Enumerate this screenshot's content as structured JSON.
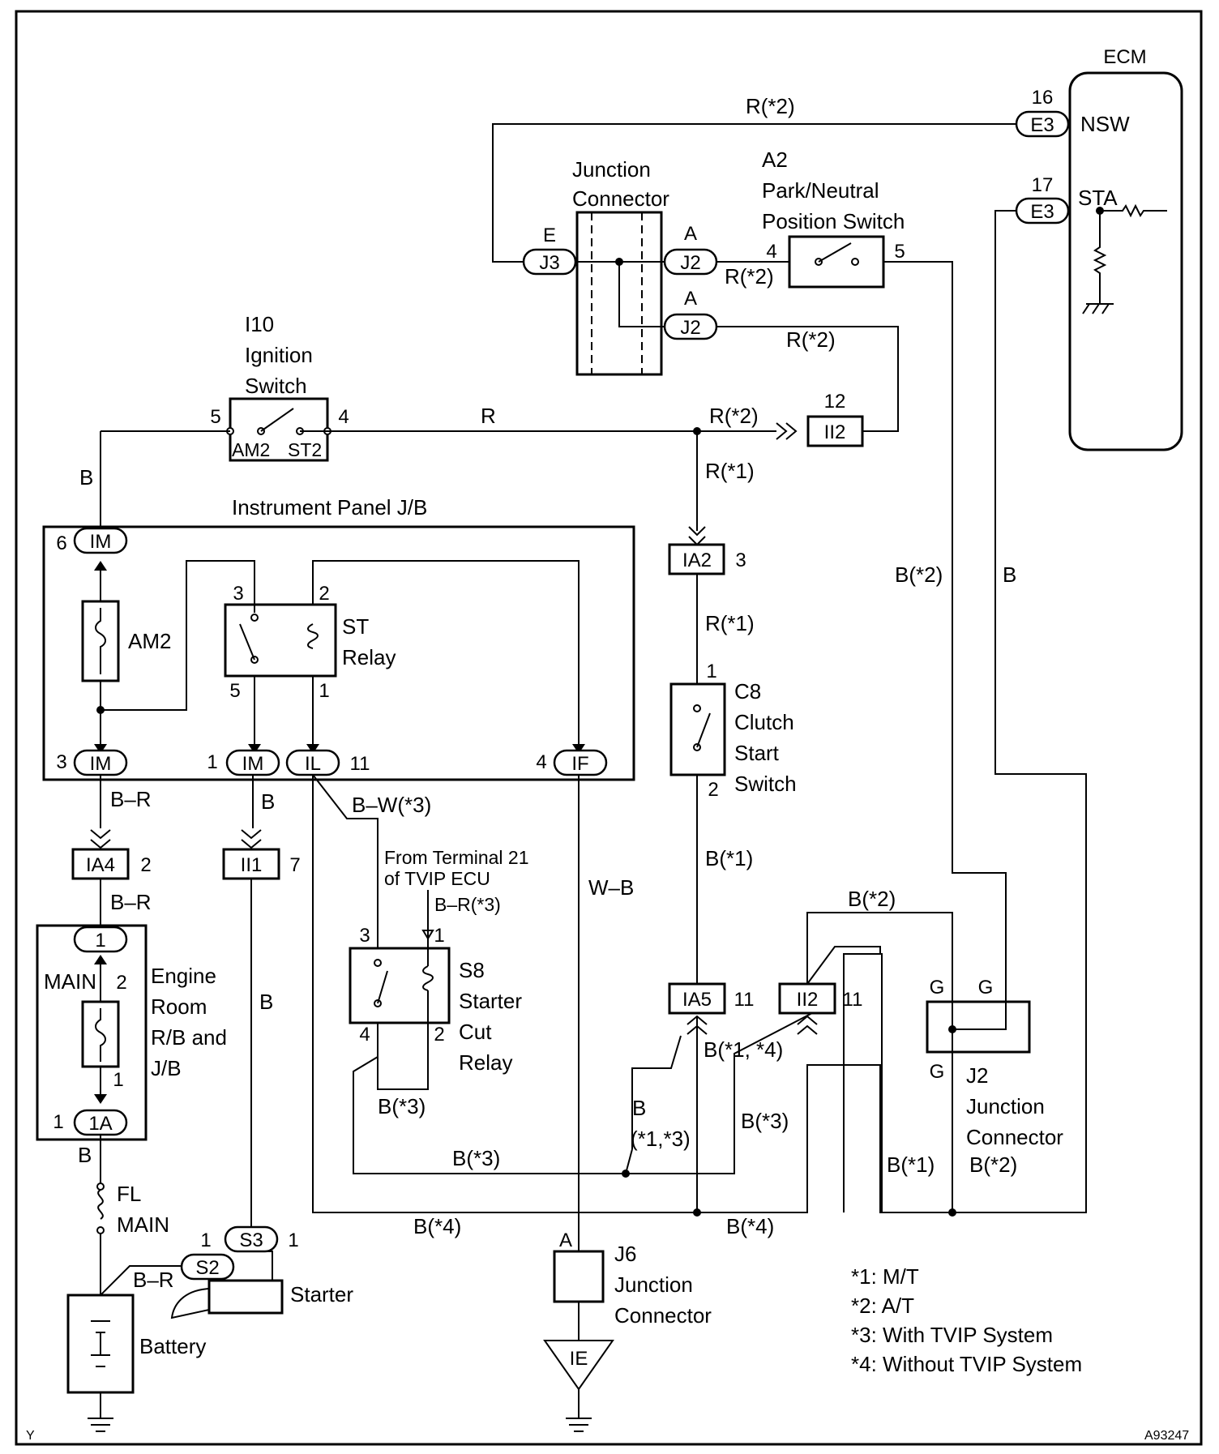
{
  "corner": {
    "left": "Y",
    "right": "A93247"
  },
  "ecm": {
    "title": "ECM",
    "nsw_label": "NSW",
    "sta_label": "STA",
    "nsw_pin": "16",
    "sta_pin": "17",
    "nsw_conn": "E3",
    "sta_conn": "E3"
  },
  "junction_top": {
    "line1": "Junction",
    "line2": "Connector",
    "left_pin": "E",
    "left_conn": "J3",
    "right_pin1": "A",
    "right_conn1": "J2",
    "right_pin2": "A",
    "right_conn2": "J2"
  },
  "pn_switch": {
    "line1": "A2",
    "line2": "Park/Neutral",
    "line3": "Position Switch",
    "pin_left": "4",
    "pin_right": "5"
  },
  "ignition": {
    "line1": "I10",
    "line2": "Ignition",
    "line3": "Switch",
    "pin_left": "5",
    "pin_right": "4",
    "term_left": "AM2",
    "term_right": "ST2"
  },
  "ipjb": {
    "title": "Instrument Panel J/B",
    "fuse": "AM2",
    "relay_line1": "ST",
    "relay_line2": "Relay",
    "relay_pin3": "3",
    "relay_pin2": "2",
    "relay_pin5": "5",
    "relay_pin1": "1",
    "im_top_pin": "6",
    "im_top": "IM",
    "im_left_pin": "3",
    "im_left": "IM",
    "im_mid_pin": "1",
    "im_mid": "IM",
    "il": "IL",
    "il_pin": "11",
    "if_pin": "4",
    "if": "IF"
  },
  "wires": {
    "r2_top": "R(*2)",
    "r2_j2": "R(*2)",
    "r2_j2b": "R(*2)",
    "r_ign": "R",
    "r2_ii2": "R(*2)",
    "r1_a": "R(*1)",
    "r1_b": "R(*1)",
    "b_ign": "B",
    "b2_right": "B(*2)",
    "b_ecm": "B",
    "br_1": "B–R",
    "b_im": "B",
    "bw3": "B–W(*3)",
    "br_2": "B–R",
    "b_ii1": "B",
    "br3": "B–R(*3)",
    "wb": "W–B",
    "b1_c8": "B(*1)",
    "b2_loop": "B(*2)",
    "b14": "B(*1, *4)",
    "b13_a": "B",
    "b13_b": "(*1,*3)",
    "b3_a": "B(*3)",
    "b3_b": "B(*3)",
    "b3_c": "B(*3)",
    "b1_j2": "B(*1)",
    "b2_j2": "B(*2)",
    "b4_a": "B(*4)",
    "b4_b": "B(*4)",
    "b_fl": "B",
    "br_bat": "B–R"
  },
  "connectors": {
    "ii2_top": "II2",
    "ii2_top_pin": "12",
    "ia2": "IA2",
    "ia2_pin": "3",
    "ia4": "IA4",
    "ia4_pin": "2",
    "ii1": "II1",
    "ii1_pin": "7",
    "ia5": "IA5",
    "ia5_pin": "11",
    "ii2_bot": "II2",
    "ii2_bot_pin": "11"
  },
  "clutch": {
    "line1": "C8",
    "line2": "Clutch",
    "line3": "Start",
    "line4": "Switch",
    "pin1": "1",
    "pin2": "2"
  },
  "starter_cut": {
    "from1": "From Terminal 21",
    "from2": "of TVIP ECU",
    "line1": "S8",
    "line2": "Starter",
    "line3": "Cut",
    "line4": "Relay",
    "pin3": "3",
    "pin1": "1",
    "pin4": "4",
    "pin2": "2"
  },
  "engine_room": {
    "line1": "Engine",
    "line2": "Room",
    "line3": "R/B and",
    "line4": "J/B",
    "main": "MAIN",
    "main_pin": "2",
    "fuse_pin": "1",
    "top_conn": "1",
    "bot_conn": "1A",
    "bot_pin": "1"
  },
  "fl_main": {
    "line1": "FL",
    "line2": "MAIN"
  },
  "starter": {
    "label": "Starter",
    "s3": "S3",
    "s2": "S2",
    "s3_pin_l": "1",
    "s3_pin_r": "1"
  },
  "battery": {
    "label": "Battery"
  },
  "j6": {
    "pin": "A",
    "line1": "J6",
    "line2": "Junction",
    "line3": "Connector",
    "ground": "IE"
  },
  "j2_bottom": {
    "g1": "G",
    "g2": "G",
    "g3": "G",
    "line1": "J2",
    "line2": "Junction",
    "line3": "Connector"
  },
  "notes": [
    "*1: M/T",
    "*2: A/T",
    "*3: With TVIP System",
    "*4: Without TVIP System"
  ]
}
